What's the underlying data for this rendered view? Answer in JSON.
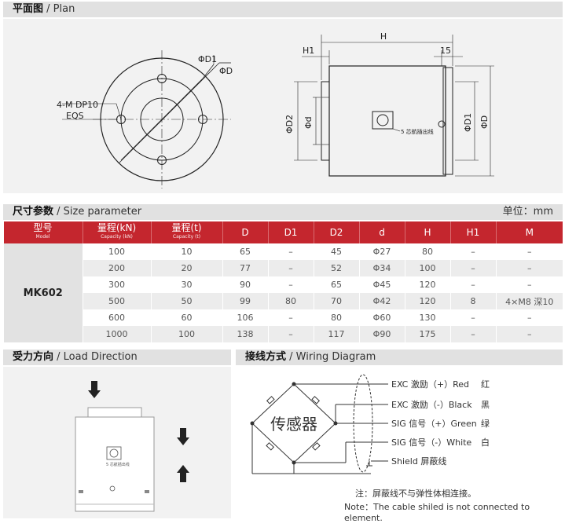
{
  "plan": {
    "title_cn": "平面图",
    "title_en": "/ Plan",
    "labels": {
      "d1": "ΦD1",
      "d": "ΦD",
      "holes": "4-M DP10",
      "eqs": "EQS",
      "h": "H",
      "h1": "H1",
      "fifteen": "15",
      "d2": "ΦD2",
      "dd": "Φd",
      "side_d1": "ΦD1",
      "side_d": "ΦD",
      "connector": "5 芯航插出线"
    }
  },
  "size": {
    "title_cn": "尺寸参数",
    "title_en": "/ Size parameter",
    "unit": "单位：mm",
    "headers": [
      {
        "main": "型号",
        "sub": "Model"
      },
      {
        "main": "量程(kN)",
        "sub": "Capacity (kN)"
      },
      {
        "main": "量程(t)",
        "sub": "Capacity (t)"
      },
      {
        "main": "D",
        "sub": ""
      },
      {
        "main": "D1",
        "sub": ""
      },
      {
        "main": "D2",
        "sub": ""
      },
      {
        "main": "d",
        "sub": ""
      },
      {
        "main": "H",
        "sub": ""
      },
      {
        "main": "H1",
        "sub": ""
      },
      {
        "main": "M",
        "sub": ""
      }
    ],
    "model": "MK602",
    "rows": [
      [
        "100",
        "10",
        "65",
        "–",
        "45",
        "Φ27",
        "80",
        "–",
        "–"
      ],
      [
        "200",
        "20",
        "77",
        "–",
        "52",
        "Φ34",
        "100",
        "–",
        "–"
      ],
      [
        "300",
        "30",
        "90",
        "–",
        "65",
        "Φ45",
        "120",
        "–",
        "–"
      ],
      [
        "500",
        "50",
        "99",
        "80",
        "70",
        "Φ42",
        "120",
        "8",
        "4×M8 深10"
      ],
      [
        "600",
        "60",
        "106",
        "–",
        "80",
        "Φ60",
        "130",
        "–",
        "–"
      ],
      [
        "1000",
        "100",
        "138",
        "–",
        "117",
        "Φ90",
        "175",
        "–",
        "–"
      ]
    ]
  },
  "load": {
    "title_cn": "受力方向",
    "title_en": "/ Load Direction",
    "sensor_label": "5 芯航插出线"
  },
  "wiring": {
    "title_cn": "接线方式",
    "title_en": "/ Wiring Diagram",
    "bridge_label": "传感器",
    "wires": [
      {
        "label": "EXC 激励（+）Red",
        "color_cn": "红"
      },
      {
        "label": "EXC 激励（-）Black",
        "color_cn": "黑"
      },
      {
        "label": "SIG 信号（+）Green",
        "color_cn": "绿"
      },
      {
        "label": "SIG 信号（-）White",
        "color_cn": "白"
      }
    ],
    "shield": "Shield  屏蔽线",
    "note_cn": "注：屏蔽线不与弹性体相连接。",
    "note_en": "Note：The cable shiled is not connected to element."
  }
}
